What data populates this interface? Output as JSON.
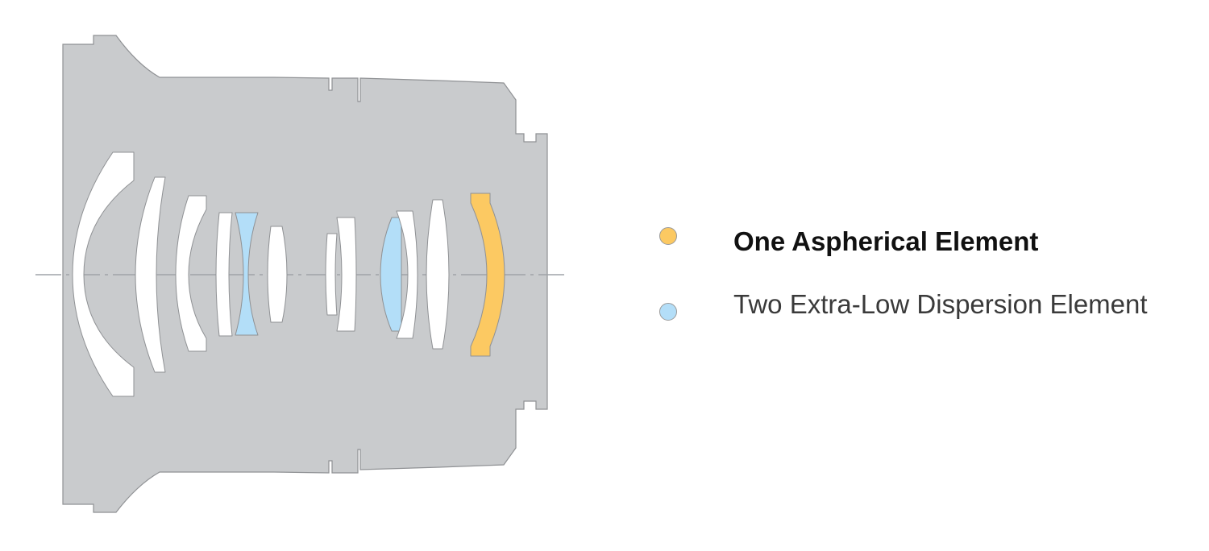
{
  "colors": {
    "barrel": "#c9cbcd",
    "barrel_outline": "#8f9194",
    "standard_element": "#ffffff",
    "aspherical": "#fcc962",
    "extra_low_dispersion": "#b3def8",
    "axis": "#9fa3a8"
  },
  "legend": {
    "aspherical_label": "One Aspherical Element",
    "ed_label": "Two Extra-Low Dispersion Element"
  },
  "elements": [
    {
      "id": "lens-element-1",
      "type": "standard"
    },
    {
      "id": "lens-element-2",
      "type": "standard"
    },
    {
      "id": "lens-element-3",
      "type": "standard"
    },
    {
      "id": "lens-element-4",
      "type": "standard"
    },
    {
      "id": "lens-element-5",
      "type": "extra_low_dispersion"
    },
    {
      "id": "lens-element-6",
      "type": "standard"
    },
    {
      "id": "lens-element-7",
      "type": "standard"
    },
    {
      "id": "lens-element-8",
      "type": "standard"
    },
    {
      "id": "lens-element-9",
      "type": "extra_low_dispersion"
    },
    {
      "id": "lens-element-10",
      "type": "standard"
    },
    {
      "id": "lens-element-11",
      "type": "standard"
    },
    {
      "id": "lens-element-12",
      "type": "aspherical"
    }
  ]
}
